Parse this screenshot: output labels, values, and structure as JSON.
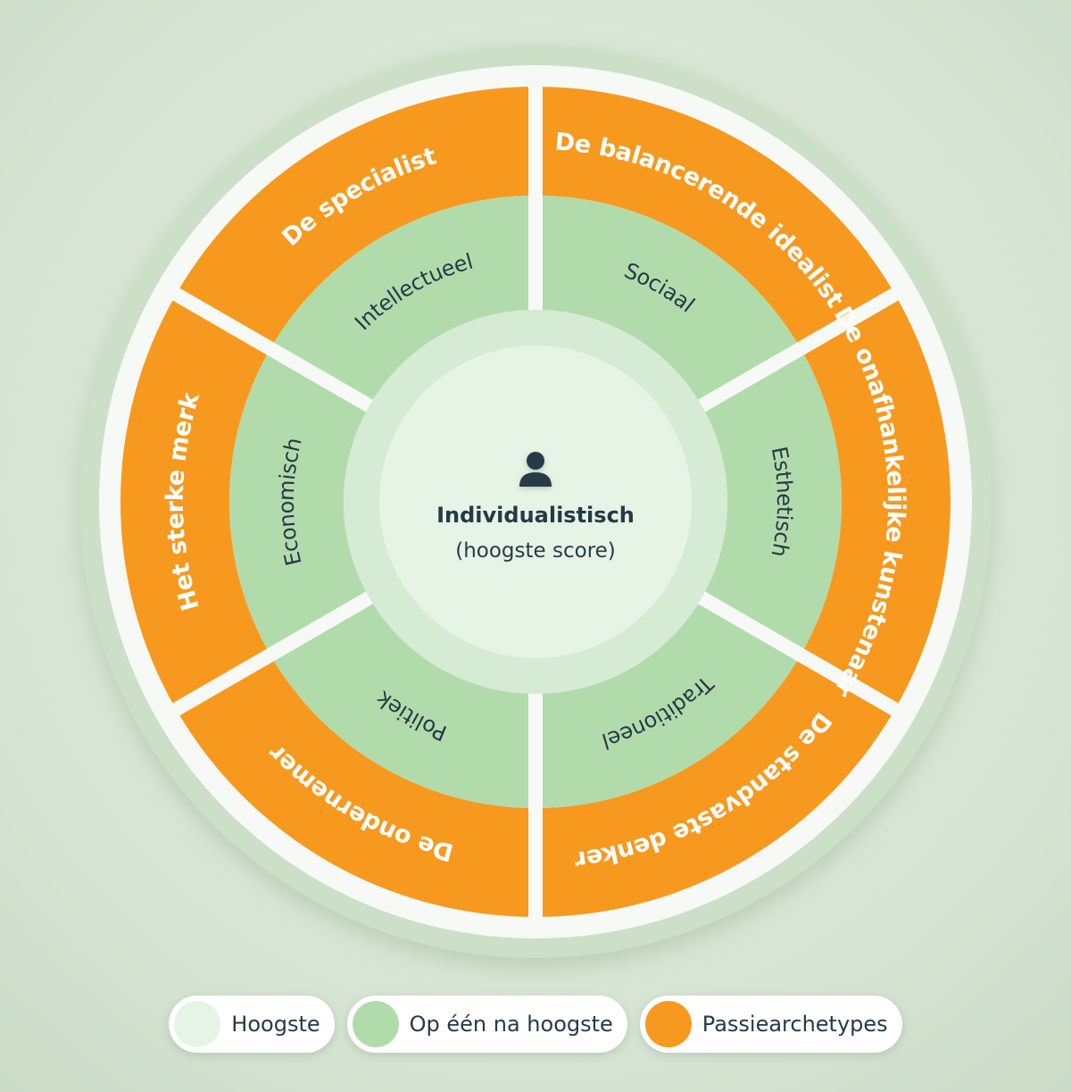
{
  "center": {
    "title": "Individualistisch",
    "subtitle": "(hoogste score)",
    "icon": "user-icon"
  },
  "segments": [
    {
      "archetype": "De specialist",
      "value": "Intellectueel"
    },
    {
      "archetype": "De balancerende idealist",
      "value": "Sociaal"
    },
    {
      "archetype": "De onafhankelijke kunstenaar",
      "value": "Esthetisch"
    },
    {
      "archetype": "De standvaste denker",
      "value": "Traditioneel"
    },
    {
      "archetype": "De ondernemer",
      "value": "Politiek"
    },
    {
      "archetype": "Het sterke merk",
      "value": "Economisch"
    }
  ],
  "legend": [
    {
      "label": "Hoogste",
      "color": "#e6f4e5"
    },
    {
      "label": "Op één na hoogste",
      "color": "#b2dbac"
    },
    {
      "label": "Passiearchetypes",
      "color": "#f7991f"
    }
  ],
  "colors": {
    "orange": "#f7991f",
    "green": "#b2dbac",
    "ring": "#d5ebd3",
    "core": "#e6f4e5",
    "text": "#253a47"
  }
}
